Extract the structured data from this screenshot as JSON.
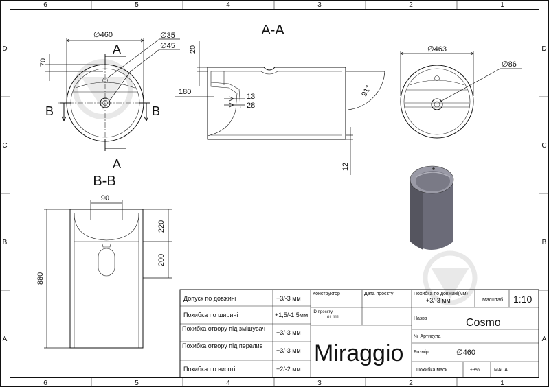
{
  "frame": {
    "col_labels": [
      "6",
      "5",
      "4",
      "3",
      "2",
      "1"
    ],
    "row_labels": [
      "D",
      "C",
      "B",
      "A"
    ]
  },
  "views": {
    "section_aa": "A-A",
    "section_bb": "B-B",
    "cut_a": "A",
    "cut_b": "B"
  },
  "dims": {
    "top_diam": "∅460",
    "hole_35": "∅35",
    "hole_45": "∅45",
    "offset_70": "70",
    "sec_20": "20",
    "sec_180": "180",
    "sec_13": "13",
    "sec_28": "28",
    "sec_12": "12",
    "angle": "91°",
    "right_diam": "∅463",
    "right_86": "∅86",
    "bb_90": "90",
    "bb_220": "220",
    "bb_200": "200",
    "bb_880": "880"
  },
  "title_block": {
    "rows": [
      {
        "label": "Допуск по довжині",
        "value": "+3/-3 мм"
      },
      {
        "label": "Похибка по ширині",
        "value": "+1,5/-1,5мм"
      },
      {
        "label": "Похибка отвору під змішувач",
        "value": "+3/-3 мм"
      },
      {
        "label": "Похибка отвору під перелив",
        "value": "+3/-3 мм"
      },
      {
        "label": "Похибка по висоті",
        "value": "+2/-2 мм"
      }
    ],
    "konstruktor": "Конструктор",
    "data_proektu": "Дата проєкту",
    "id_proektu": "ID проєкту",
    "id_value": "01.111",
    "brand": "Miraggio",
    "pokhybka_dovzhyni": "Похибка по довжині(мм)",
    "pokhybka_value": "+3/-3 мм",
    "masshtab_label": "Масштаб",
    "masshtab_value": "1:10",
    "nazva_label": "Назва",
    "nazva_value": "Cosmo",
    "artykul_label": "№ Артикула",
    "rozmir_label": "Розмір",
    "rozmir_value": "∅460",
    "masa_label": "Похибка маси",
    "masa_value": "±3%",
    "masa": "МАСА"
  },
  "colors": {
    "line": "#111111",
    "render_body": "#6b6b78",
    "render_top": "#8c8c98",
    "watermark": "#d9d9d9"
  }
}
